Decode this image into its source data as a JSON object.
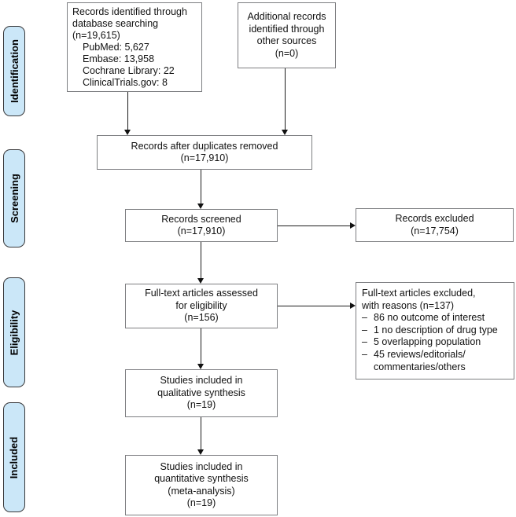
{
  "stages": {
    "identification": "Identification",
    "screening": "Screening",
    "eligibility": "Eligibility",
    "included": "Included"
  },
  "boxes": {
    "identified": {
      "lines": [
        "Records identified through",
        "database searching",
        "(n=19,615)"
      ],
      "sources": [
        "PubMed: 5,627",
        "Embase: 13,958",
        "Cochrane Library: 22",
        "ClinicalTrials.gov: 8"
      ]
    },
    "additional": {
      "lines": [
        "Additional records",
        "identified through",
        "other sources",
        "(n=0)"
      ]
    },
    "dedup": {
      "lines": [
        "Records after duplicates removed",
        "(n=17,910)"
      ]
    },
    "screened": {
      "lines": [
        "Records screened",
        "(n=17,910)"
      ]
    },
    "excluded": {
      "lines": [
        "Records excluded",
        "(n=17,754)"
      ]
    },
    "fulltext": {
      "lines": [
        "Full-text articles assessed",
        "for eligibility",
        "(n=156)"
      ]
    },
    "fulltext_excluded": {
      "lines": [
        "Full-text articles excluded,",
        "with reasons (n=137)"
      ],
      "bullet": "–",
      "reasons": [
        "86 no outcome of interest",
        "1 no description of drug type",
        "5 overlapping population",
        "45 reviews/editorials/"
      ],
      "reason_wrap": "commentaries/others"
    },
    "qualitative": {
      "lines": [
        "Studies included in",
        "qualitative synthesis",
        "(n=19)"
      ]
    },
    "quantitative": {
      "lines": [
        "Studies included in",
        "quantitative synthesis",
        "(meta-analysis)",
        "(n=19)"
      ]
    }
  },
  "colors": {
    "stage_fill": "#cbe7f8",
    "stage_border": "#38383a",
    "box_border": "#7d7e81",
    "arrow": "#111111",
    "text": "#111111"
  }
}
